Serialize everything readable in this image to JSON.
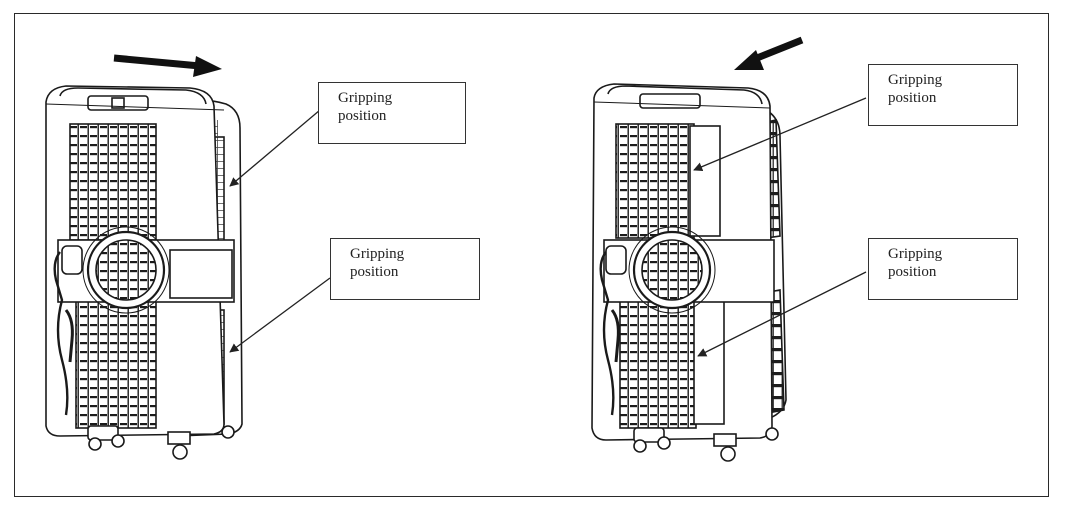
{
  "figure": {
    "left_view": {
      "callout_top": {
        "line1": "Gripping",
        "line2": "position"
      },
      "callout_bottom": {
        "line1": "Gripping",
        "line2": "position"
      }
    },
    "right_view": {
      "callout_top": {
        "line1": "Gripping",
        "line2": "position"
      },
      "callout_bottom": {
        "line1": "Gripping",
        "line2": "position"
      }
    }
  }
}
